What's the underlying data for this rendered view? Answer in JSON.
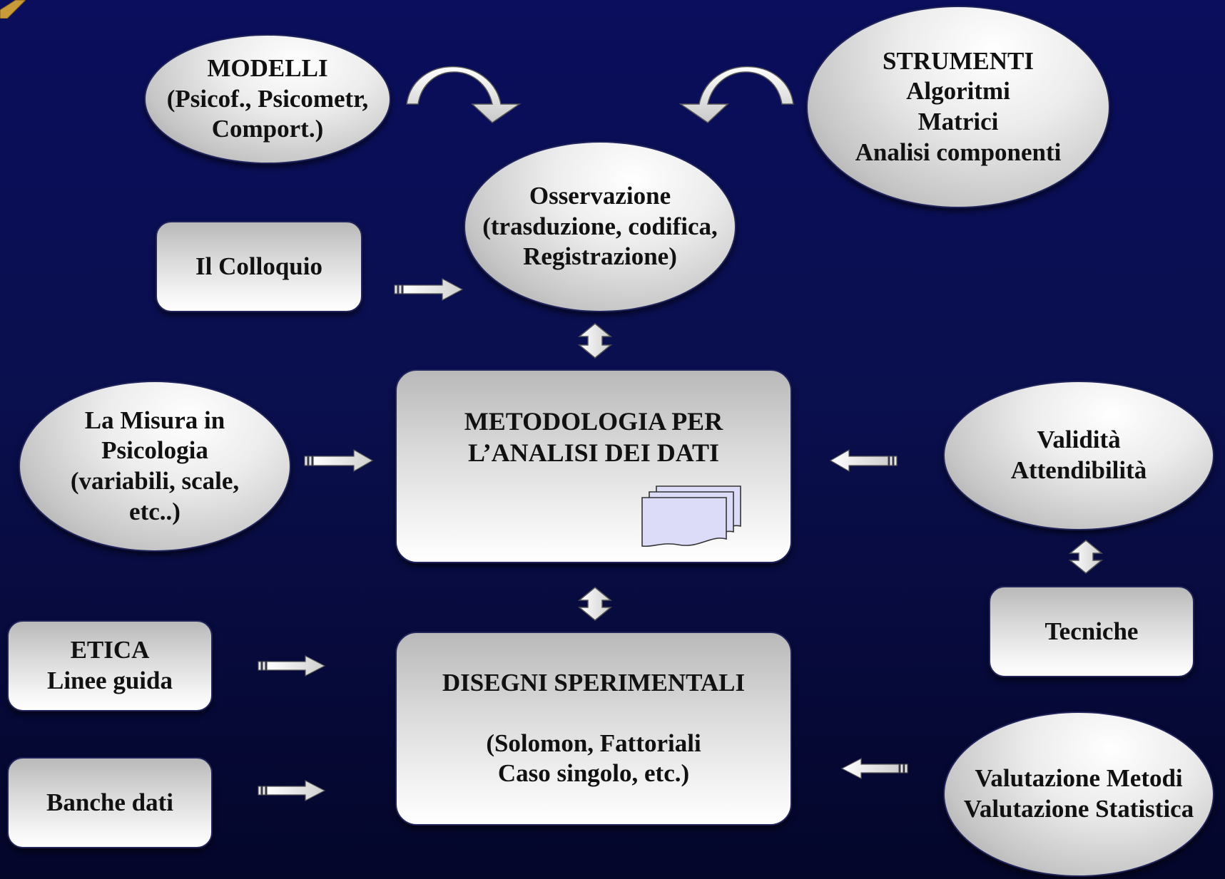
{
  "nodes": {
    "modelli": {
      "lines": [
        "MODELLI",
        "(Psicof., Psicometr,",
        "Comport.)"
      ]
    },
    "strumenti": {
      "lines": [
        "STRUMENTI",
        "Algoritmi",
        "Matrici",
        "Analisi componenti"
      ]
    },
    "osservazione": {
      "lines": [
        "Osservazione",
        "(trasduzione, codifica,",
        "Registrazione)"
      ]
    },
    "colloquio": {
      "lines": [
        "Il Colloquio"
      ]
    },
    "misura": {
      "lines": [
        "La Misura in",
        "Psicologia",
        "(variabili, scale,",
        "etc..)"
      ]
    },
    "metodologia": {
      "lines": [
        "METODOLOGIA PER",
        "L’ANALISI DEI DATI"
      ]
    },
    "validita": {
      "lines": [
        "Validità",
        "Attendibilità"
      ]
    },
    "tecniche": {
      "lines": [
        "Tecniche"
      ]
    },
    "etica": {
      "lines": [
        "ETICA",
        "Linee guida"
      ]
    },
    "banche": {
      "lines": [
        "Banche dati"
      ]
    },
    "disegni": {
      "lines": [
        "DISEGNI SPERIMENTALI",
        "",
        "(Solomon, Fattoriali",
        "Caso singolo, etc.)"
      ]
    },
    "valutazione": {
      "lines": [
        "Valutazione Metodi",
        "Valutazione Statistica"
      ]
    }
  },
  "icons": {
    "documents": "stacked-documents-icon",
    "curved_arrow_left": "curved-arrow-right-down-icon",
    "curved_arrow_right": "curved-arrow-left-down-icon"
  },
  "colors": {
    "background_top": "#0a0e5c",
    "background_bottom": "#04062a",
    "node_fill": "#e6e6e6",
    "node_border": "#20245a",
    "arrow_fill": "#ededed",
    "document_fill": "#dcdcf8"
  }
}
